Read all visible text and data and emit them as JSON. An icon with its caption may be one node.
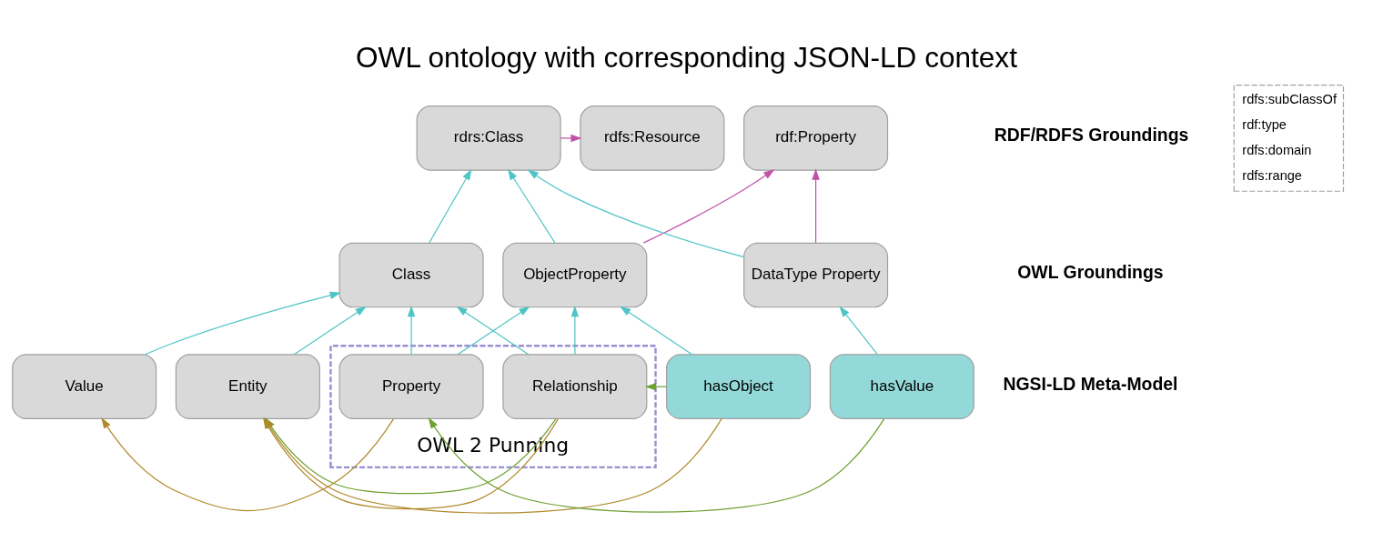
{
  "diagram": {
    "title": "OWL ontology with corresponding JSON-LD context",
    "nodes": [
      {
        "text": [
          "rdfs:Resource"
        ]
      },
      {
        "text": [
          "rdrs:Class"
        ]
      },
      {
        "text": [
          "rdf:Property"
        ]
      },
      {
        "text": [
          "Class"
        ]
      },
      {
        "text": [
          "ObjectProperty"
        ]
      },
      {
        "text": [
          "DataType Property"
        ]
      },
      {
        "text": [
          "OWL 2 Punning"
        ]
      },
      {
        "text": [
          "Entity"
        ]
      },
      {
        "text": [
          "Relationship"
        ],
        "in": 6
      },
      {
        "text": [
          "Property"
        ],
        "in": 6
      },
      {
        "text": [
          "hasObject"
        ]
      },
      {
        "text": [
          "hasValue"
        ]
      },
      {
        "text": [
          "Value"
        ]
      }
    ],
    "edges": [
      {
        "from": 1,
        "to": 0,
        "arrow": "to",
        "color": "#c052a8"
      },
      {
        "from": 3,
        "to": 1,
        "arrow": "to"
      },
      {
        "from": 4,
        "to": 1,
        "arrow": "to"
      },
      {
        "from": 4,
        "to": 2,
        "arrow": "to",
        "color": "#c052a8"
      },
      {
        "from": 5,
        "to": 1,
        "arrow": "to"
      },
      {
        "from": 5,
        "to": 2,
        "arrow": "to",
        "color": "#c052a8"
      },
      {
        "from": 7,
        "to": 3,
        "arrow": "to"
      },
      {
        "from": 8,
        "to": 3,
        "arrow": "to"
      },
      {
        "from": 8,
        "to": 4,
        "arrow": "to"
      },
      {
        "from": 9,
        "to": 3,
        "arrow": "to"
      },
      {
        "from": 9,
        "to": 4,
        "arrow": "to"
      },
      {
        "from": 10,
        "to": 4,
        "arrow": "to"
      },
      {
        "from": 11,
        "to": 5,
        "arrow": "to"
      },
      {
        "from": 12,
        "to": 3,
        "arrow": "to"
      },
      {
        "from": 8,
        "to": 7,
        "arrow": "to",
        "color": "#6e9f32"
      },
      {
        "from": 8,
        "to": 7,
        "arrow": "to",
        "color": "#b08a2a"
      },
      {
        "from": 10,
        "to": 7,
        "arrow": "to",
        "color": "#b08a2a"
      },
      {
        "from": 10,
        "to": 8,
        "arrow": "to",
        "color": "#6e9f32"
      },
      {
        "from": 11,
        "to": 9,
        "arrow": "to",
        "color": "#6e9f32"
      },
      {
        "from": 9,
        "to": 12,
        "arrow": "to",
        "color": "#b08a2a"
      }
    ],
    "labels": [
      "RDF/RDFS Groundings",
      "OWL Groundings",
      "NGSI-LD Meta-Model"
    ],
    "legend": [
      {
        "text": "rdfs:subClassOf"
      },
      {
        "text": "rdf:type"
      },
      {
        "text": "rdfs:domain"
      },
      {
        "text": "rdfs:range"
      }
    ]
  }
}
